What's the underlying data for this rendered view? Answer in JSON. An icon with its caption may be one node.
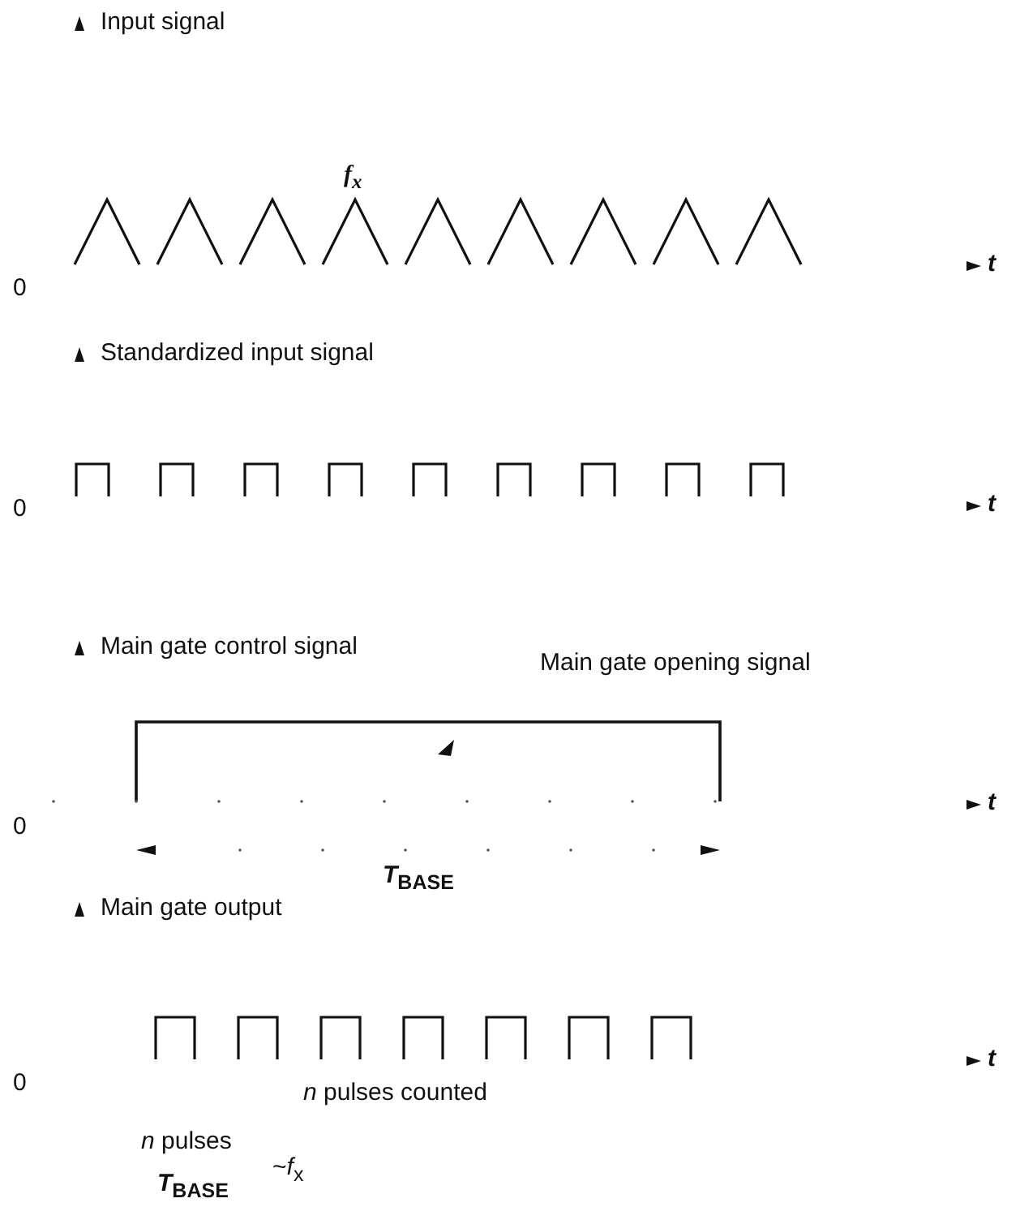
{
  "diagram": {
    "labels": [
      "Input signal",
      "f$_{x}$",
      "0",
      "t",
      "Standardized input signal",
      "0",
      "t",
      "Main gate control signal",
      "Main gate opening signal",
      "0",
      "t",
      "*T*$_{BASE}$",
      "Main gate output",
      "0",
      "t",
      "*n* pulses counted",
      "*n* pulses",
      "*T*$_{BASE}$",
      "~*f*$_{x}$"
    ]
  }
}
